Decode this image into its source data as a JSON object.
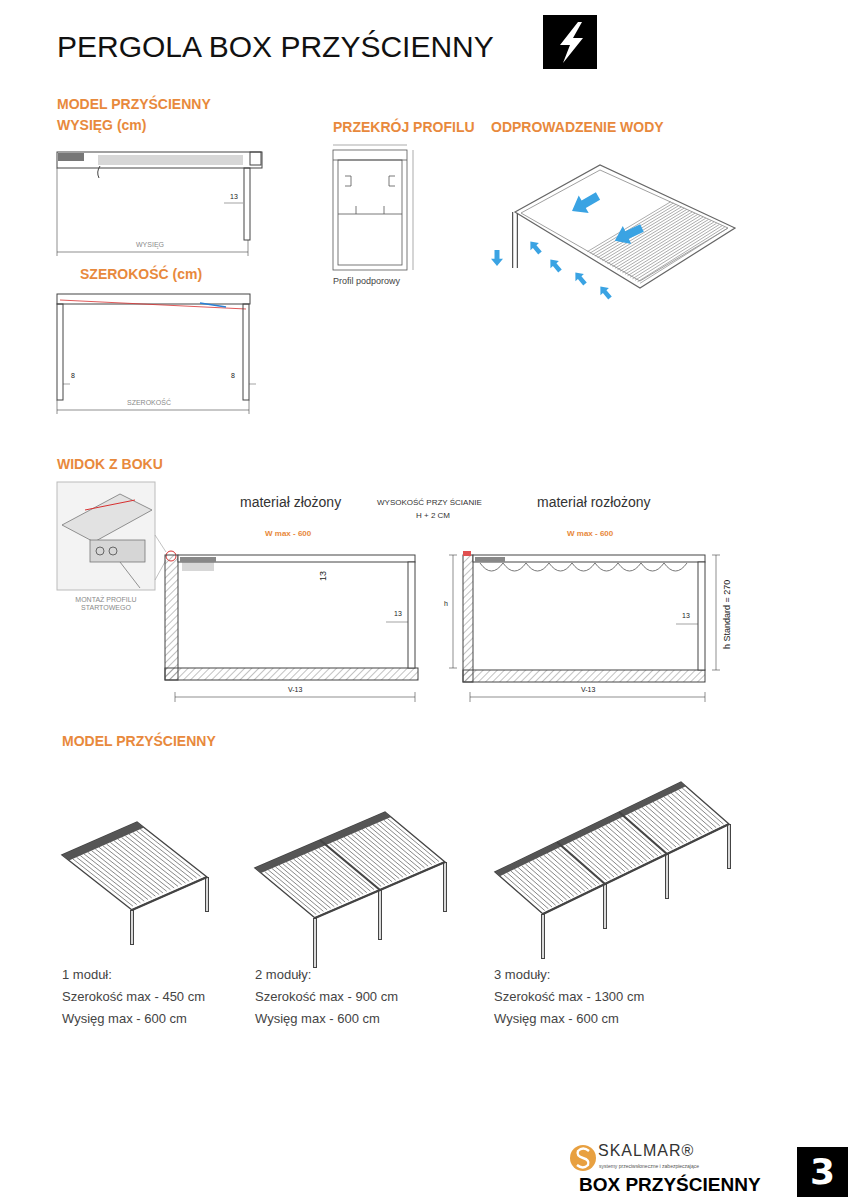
{
  "diagram": {
    "title": "PERGOLA BOX PRZYŚCIENNY",
    "nodes": [
      {
        "text": [
          "3"
        ]
      }
    ],
    "labels": [
      "MODEL PRZYŚCIENNY",
      "WYSIĘG (cm)",
      "13",
      "WYSIĘG",
      "SZEROKOŚĆ (cm)",
      "8",
      "8",
      "SZEROKOŚĆ",
      "PRZEKRÓJ PROFILU",
      "Profil podporowy",
      "ODPROWADZENIE WODY",
      "WIDOK Z BOKU",
      "MONTAŻ PROFILU STARTOWEGO",
      "materiał złożony",
      "W max - 600",
      "13",
      "13",
      "h",
      "V-13",
      "WYSOKOŚĆ PRZY ŚCIANIE",
      "H + 2 CM",
      "materiał rozłożony",
      "W max - 600",
      "13",
      "h Standard = 270",
      "V-13",
      "MODEL PRZYŚCIENNY",
      "1 moduł:",
      "Szerokość max - 450 cm",
      "Wysięg max - 600 cm",
      "2 moduły:",
      "Szerokość max - 900 cm",
      "Wysięg max - 600 cm",
      "3 moduły:",
      "Szerokość max - 1300 cm",
      "Wysięg max - 600 cm",
      "SKALMAR®",
      "systemy przeciwsłoneczne i zabezpieczające",
      "BOX PRZYŚCIENNY"
    ]
  }
}
